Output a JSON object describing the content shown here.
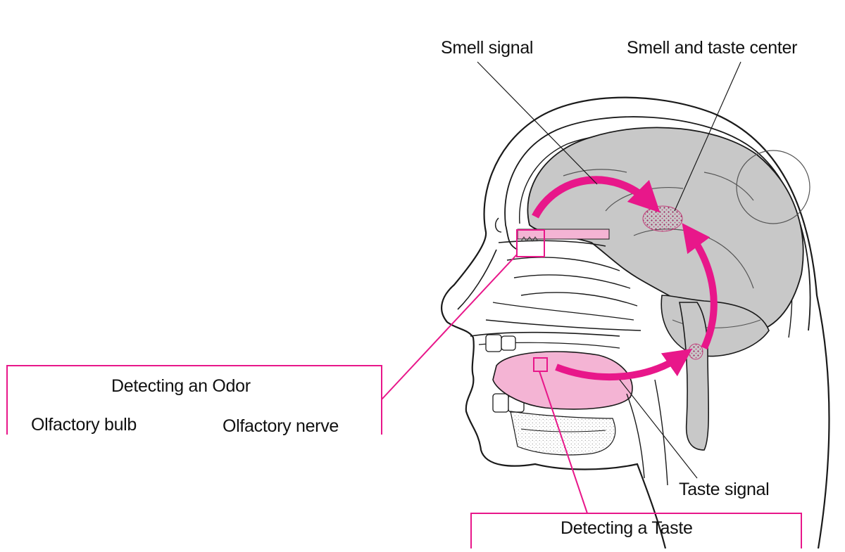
{
  "labels": {
    "smell_signal": "Smell signal",
    "smell_taste_center": "Smell and taste center",
    "taste_signal": "Taste signal",
    "detecting_odor": "Detecting an Odor",
    "olfactory_bulb": "Olfactory bulb",
    "olfactory_nerve": "Olfactory nerve",
    "detecting_taste": "Detecting a Taste"
  },
  "colors": {
    "accent": "#e8178a",
    "brain_fill": "#c8c8c8",
    "pink_fill": "#f4b4d4",
    "stipple": "#b0306a",
    "line": "#1a1a1a"
  }
}
